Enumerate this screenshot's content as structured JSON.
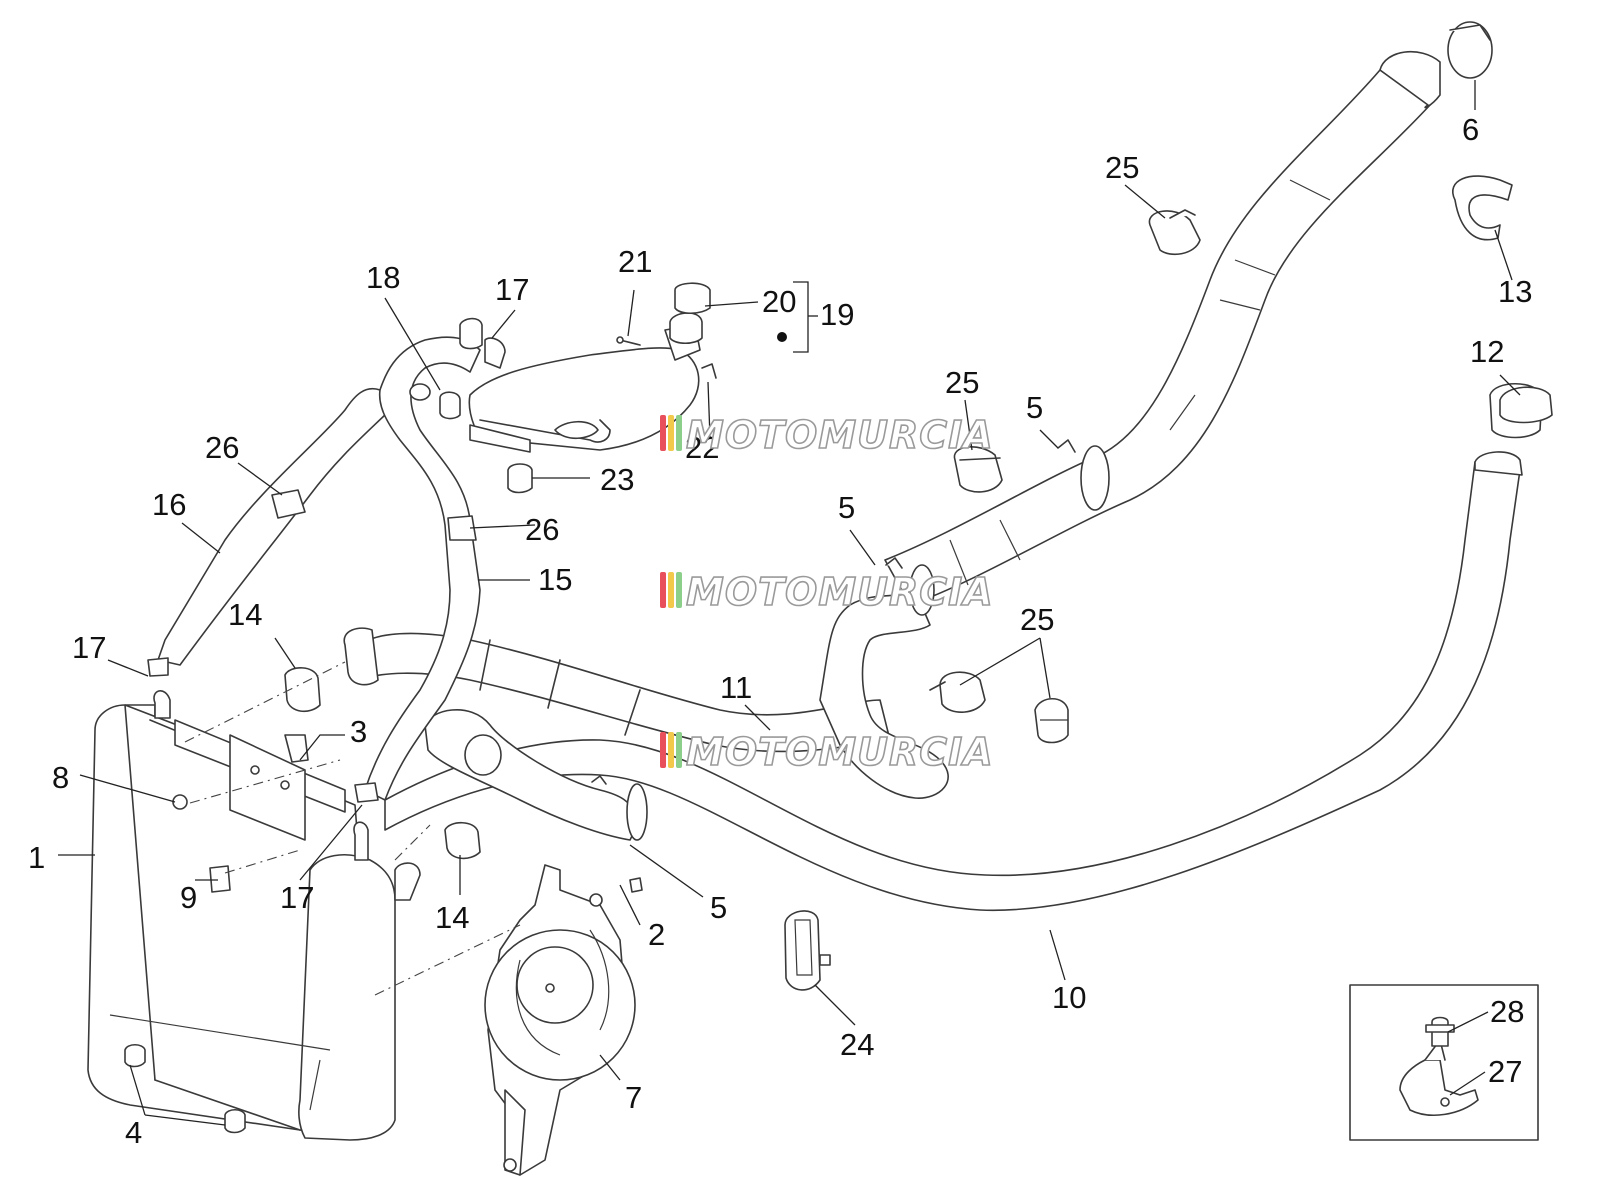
{
  "colors": {
    "line": "#3a3a3a",
    "watermark_outline": "#9a9a9a",
    "watermark_stripes": [
      "#e8505b",
      "#f3c94b",
      "#8bcf8b"
    ]
  },
  "watermark": {
    "text": "MOTOMURCIA"
  },
  "callouts": {
    "c1": "1",
    "c2": "2",
    "c3": "3",
    "c4": "4",
    "c5a": "5",
    "c5b": "5",
    "c5c": "5",
    "c6": "6",
    "c7": "7",
    "c8": "8",
    "c9": "9",
    "c10": "10",
    "c11": "11",
    "c12": "12",
    "c13": "13",
    "c14a": "14",
    "c14b": "14",
    "c15": "15",
    "c16": "16",
    "c17a": "17",
    "c17b": "17",
    "c17c": "17",
    "c18": "18",
    "c19": "19",
    "c20": "20",
    "c21": "21",
    "c22": "22",
    "c23": "23",
    "c24": "24",
    "c25a": "25",
    "c25b": "25",
    "c25c": "25",
    "c26a": "26",
    "c26b": "26",
    "c27": "27",
    "c28": "28"
  }
}
